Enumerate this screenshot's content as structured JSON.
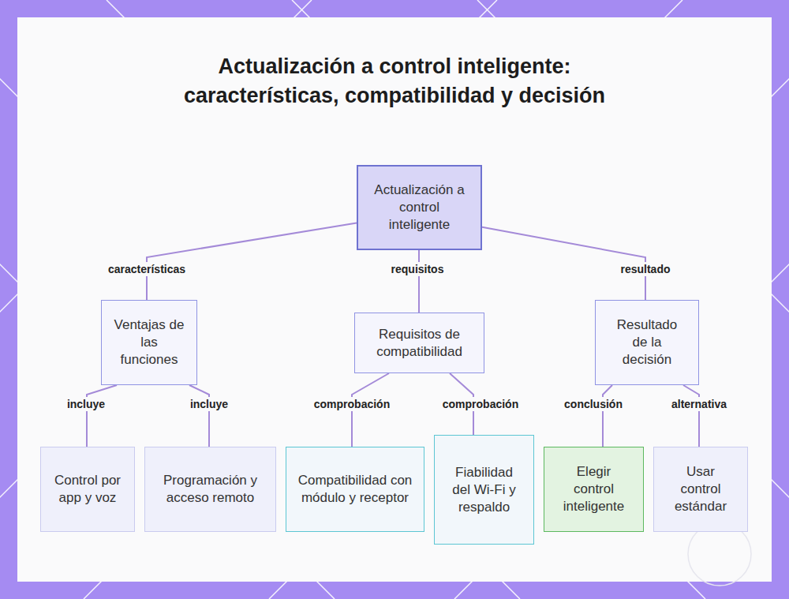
{
  "diagram": {
    "title": "Actualización a control inteligente: características, compatibilidad y decisión",
    "nodes": [
      {
        "text": [
          "Actualización a control inteligente"
        ]
      },
      {
        "text": [
          "Ventajas de las funciones"
        ]
      },
      {
        "text": [
          "Requisitos de compatibilidad"
        ]
      },
      {
        "text": [
          "Resultado de la decisión"
        ]
      },
      {
        "text": [
          "Control por app y voz"
        ]
      },
      {
        "text": [
          "Programación y acceso remoto"
        ]
      },
      {
        "text": [
          "Compatibilidad con módulo y receptor"
        ]
      },
      {
        "text": [
          "Fiabilidad del Wi-Fi y respaldo"
        ]
      },
      {
        "text": [
          "Elegir control inteligente"
        ]
      },
      {
        "text": [
          "Usar control estándar"
        ]
      }
    ],
    "edges": [
      {
        "from": 0,
        "to": 1,
        "label": "características",
        "arrow": "none"
      },
      {
        "from": 0,
        "to": 2,
        "label": "requisitos",
        "arrow": "none"
      },
      {
        "from": 0,
        "to": 3,
        "label": "resultado",
        "arrow": "none"
      },
      {
        "from": 1,
        "to": 4,
        "label": "incluye",
        "arrow": "none"
      },
      {
        "from": 1,
        "to": 5,
        "label": "incluye",
        "arrow": "none"
      },
      {
        "from": 2,
        "to": 6,
        "label": "comprobación",
        "arrow": "none"
      },
      {
        "from": 2,
        "to": 7,
        "label": "comprobación",
        "arrow": "none"
      },
      {
        "from": 3,
        "to": 8,
        "label": "conclusión",
        "arrow": "none"
      },
      {
        "from": 3,
        "to": 9,
        "label": "alternativa",
        "arrow": "none"
      }
    ]
  }
}
